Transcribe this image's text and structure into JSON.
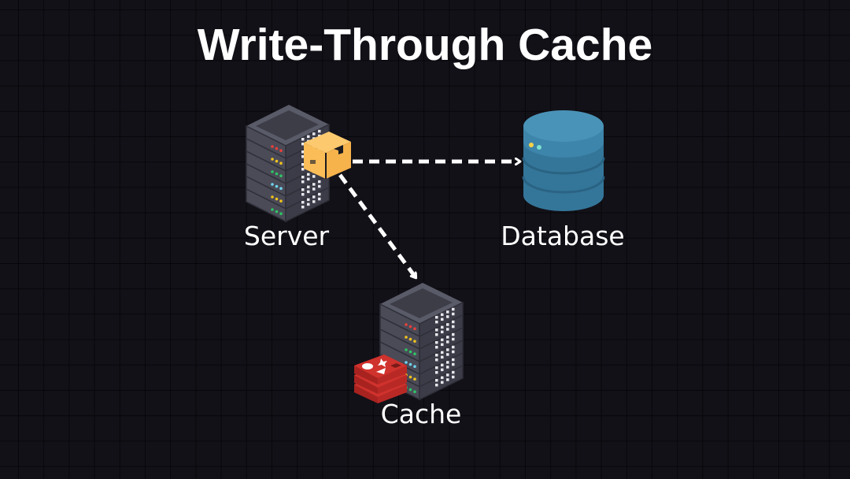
{
  "title": "Write-Through Cache",
  "nodes": {
    "server": {
      "label": "Server",
      "icon": "server-rack-icon"
    },
    "database": {
      "label": "Database",
      "icon": "database-cylinder-icon"
    },
    "cache": {
      "label": "Cache",
      "icon": "redis-cache-server-icon"
    }
  },
  "payload_icon": "package-box-icon",
  "edges": [
    {
      "from": "server",
      "to": "database",
      "style": "dashed"
    },
    {
      "from": "server",
      "to": "cache",
      "style": "dashed"
    }
  ],
  "colors": {
    "background": "#121118",
    "grid": "#07070a",
    "server_top": "#5a5b68",
    "server_left": "#4a4b57",
    "server_right": "#3b3c47",
    "box": "#fbbd57",
    "database": "#3a7fa3",
    "redis": "#d0322d"
  }
}
